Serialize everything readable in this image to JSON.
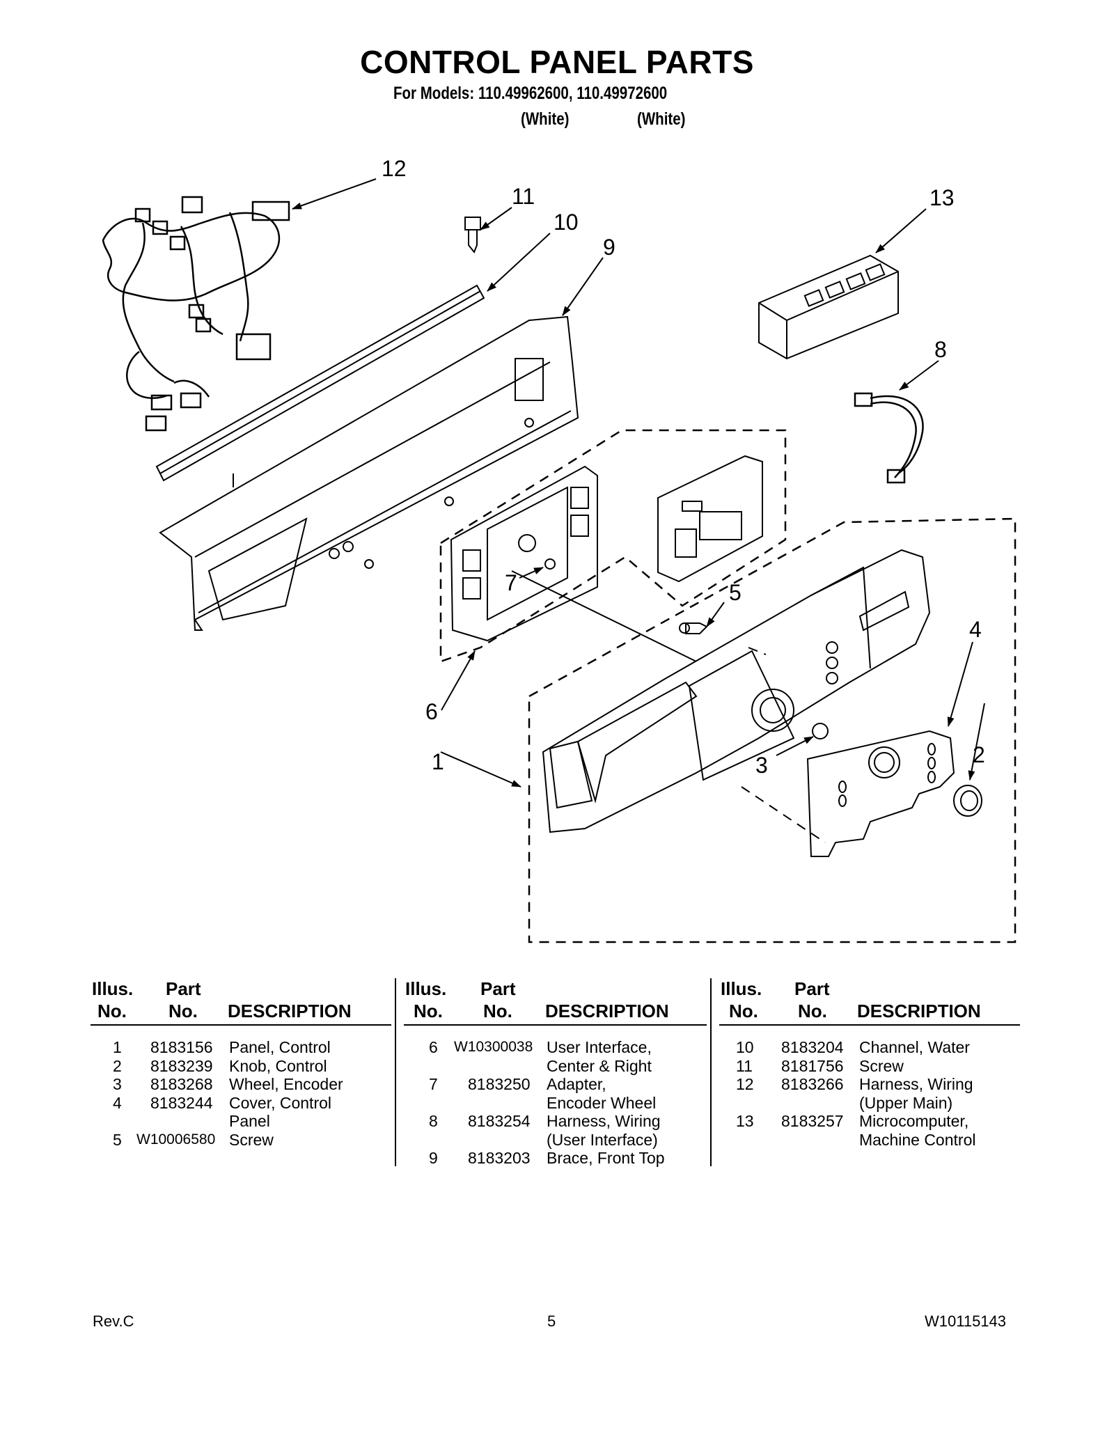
{
  "header": {
    "title": "CONTROL PANEL PARTS",
    "models_line": "For Models: 110.49962600, 110.49972600",
    "color_1": "(White)",
    "color_2": "(White)"
  },
  "diagram": {
    "callouts": [
      "1",
      "2",
      "3",
      "4",
      "5",
      "6",
      "7",
      "8",
      "9",
      "10",
      "11",
      "12",
      "13"
    ]
  },
  "parts_table": {
    "headers": {
      "illus_line1": "Illus.",
      "illus_line2": "No.",
      "part_line1": "Part",
      "part_line2": "No.",
      "description": "DESCRIPTION"
    },
    "columns": [
      [
        {
          "illus": "1",
          "part": "8183156",
          "desc": [
            "Panel, Control"
          ]
        },
        {
          "illus": "2",
          "part": "8183239",
          "desc": [
            "Knob, Control"
          ]
        },
        {
          "illus": "3",
          "part": "8183268",
          "desc": [
            "Wheel, Encoder"
          ]
        },
        {
          "illus": "4",
          "part": "8183244",
          "desc": [
            "Cover, Control",
            "Panel"
          ]
        },
        {
          "illus": "5",
          "part": "W10006580",
          "desc": [
            "Screw"
          ]
        }
      ],
      [
        {
          "illus": "6",
          "part": "W10300038",
          "desc": [
            "User Interface,",
            "Center & Right"
          ]
        },
        {
          "illus": "7",
          "part": "8183250",
          "desc": [
            "Adapter,",
            "Encoder Wheel"
          ]
        },
        {
          "illus": "8",
          "part": "8183254",
          "desc": [
            "Harness, Wiring",
            "(User Interface)"
          ]
        },
        {
          "illus": "9",
          "part": "8183203",
          "desc": [
            "Brace, Front Top"
          ]
        }
      ],
      [
        {
          "illus": "10",
          "part": "8183204",
          "desc": [
            "Channel, Water"
          ]
        },
        {
          "illus": "11",
          "part": "8181756",
          "desc": [
            "Screw"
          ]
        },
        {
          "illus": "12",
          "part": "8183266",
          "desc": [
            "Harness, Wiring",
            "(Upper Main)"
          ]
        },
        {
          "illus": "13",
          "part": "8183257",
          "desc": [
            "Microcomputer,",
            "Machine Control"
          ]
        }
      ]
    ]
  },
  "footer": {
    "revision": "Rev.C",
    "page_number": "5",
    "document_number": "W10115143"
  }
}
